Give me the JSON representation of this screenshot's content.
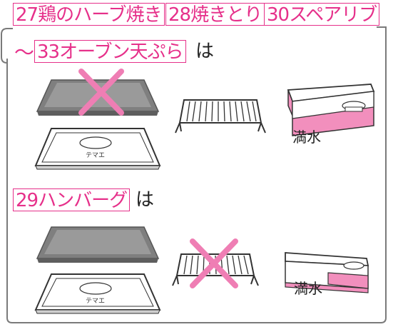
{
  "section1": {
    "recipes": [
      "27鶏のハーブ焼き",
      "28焼きとり",
      "30スペアリブ",
      "33オーブン天ぷら"
    ],
    "tilde": "〜",
    "particle": "は",
    "tray_label": "テマエ",
    "tank_label": "満水"
  },
  "section2": {
    "recipes": [
      "29ハンバーグ"
    ],
    "particle": "は",
    "tray_label": "テマエ",
    "tank_label": "満水"
  },
  "colors": {
    "accent_pink": "#e6308a",
    "cross_pink": "#ef7eb4",
    "tray_gray": "#8a8a8a",
    "tank_pink": "#f28fbd",
    "frame_gray": "#7a7a7a"
  }
}
